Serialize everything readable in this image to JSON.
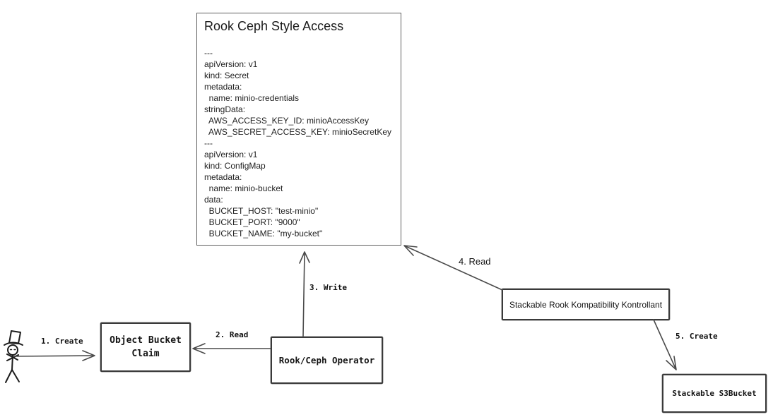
{
  "diagram": {
    "main_box": {
      "title": "Rook Ceph Style Access",
      "yaml_lines": [
        "---",
        "apiVersion: v1",
        "kind: Secret",
        "metadata:",
        "  name: minio-credentials",
        "stringData:",
        "  AWS_ACCESS_KEY_ID: minioAccessKey",
        "  AWS_SECRET_ACCESS_KEY: minioSecretKey",
        "---",
        "apiVersion: v1",
        "kind: ConfigMap",
        "metadata:",
        "  name: minio-bucket",
        "data:",
        "  BUCKET_HOST: \"test-minio\"",
        "  BUCKET_PORT: \"9000\"",
        "  BUCKET_NAME: \"my-bucket\""
      ]
    },
    "nodes": {
      "object_bucket_claim": "Object Bucket\nClaim",
      "rook_ceph_operator": "Rook/Ceph Operator",
      "stackable_kontrollant": "Stackable Rook Kompatibility Kontrollant",
      "stackable_s3bucket": "Stackable S3Bucket"
    },
    "edges": {
      "e1": "1. Create",
      "e2": "2. Read",
      "e3": "3. Write",
      "e4": "4. Read",
      "e5": "5. Create"
    },
    "icons": {
      "actor": "stick-figure-with-top-hat-icon"
    }
  },
  "colors": {
    "line": "#4a4a4a",
    "text": "#111111",
    "background": "#ffffff"
  }
}
